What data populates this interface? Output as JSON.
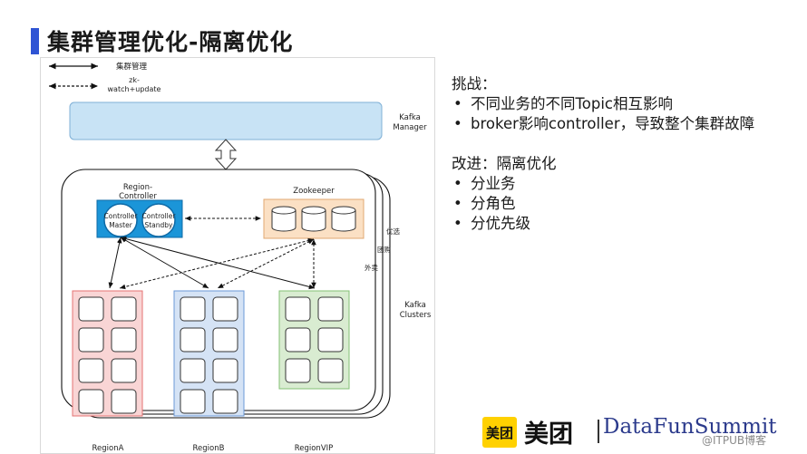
{
  "title": "集群管理优化-隔离优化",
  "legend": {
    "solid": "集群管理",
    "dotted_line1": "zk-",
    "dotted_line2": "watch+update"
  },
  "diagram": {
    "manager_label1": "Kafka",
    "manager_label2": "Manager",
    "region_controller_label1": "Region-",
    "region_controller_label2": "Controller",
    "controller_master1": "Controller",
    "controller_master2": "Master",
    "controller_standby1": "Controller",
    "controller_standby2": "Standby",
    "zookeeper_label": "Zookeeper",
    "cluster_tag1": "优选",
    "cluster_tag2": "团购",
    "cluster_tag3": "外卖",
    "clusters_label1": "Kafka",
    "clusters_label2": "Clusters",
    "region_a": "RegionA",
    "region_b": "RegionB",
    "region_vip": "RegionVIP"
  },
  "colors": {
    "manager_fill": "#c8e3f5",
    "controller_fill": "#1b95d8",
    "zookeeper_fill": "#fbe0c4",
    "region_a_fill": "#f9d5d5",
    "region_a_stroke": "#e57373",
    "region_b_fill": "#d5e3f5",
    "region_b_stroke": "#6b9ad8",
    "region_vip_fill": "#d9ecd1",
    "region_vip_stroke": "#84c075"
  },
  "panel": {
    "challenge_title": "挑战：",
    "challenges": [
      "不同业务的不同Topic相互影响",
      "broker影响controller，导致整个集群故障"
    ],
    "improve_title": "改进：隔离优化",
    "improvements": [
      "分业务",
      "分角色",
      "分优先级"
    ]
  },
  "footer": {
    "meituan_logo": "美团",
    "meituan_text": "美团",
    "datafun": "DataFunSummit",
    "watermark": "@ITPUB博客"
  }
}
